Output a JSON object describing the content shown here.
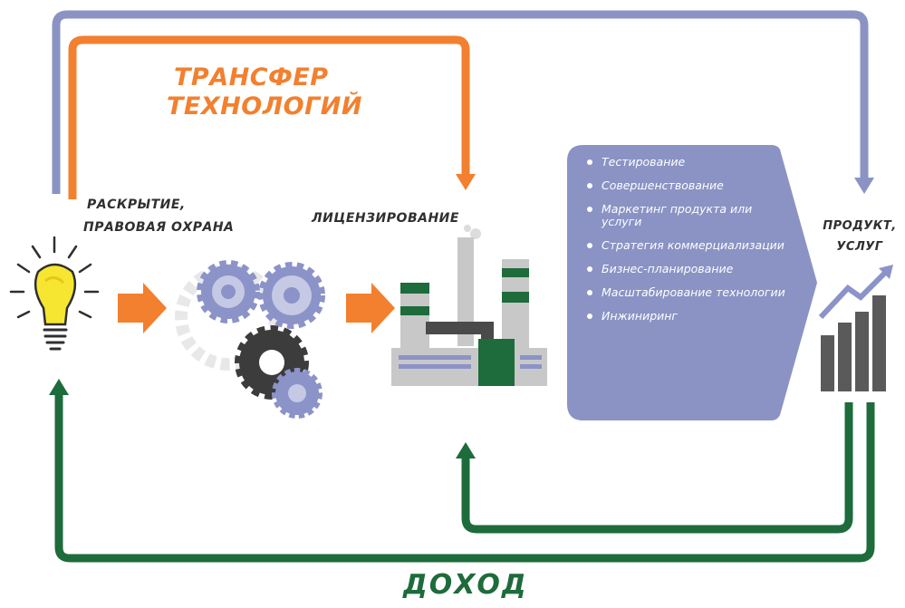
{
  "title_lines": [
    "ТРАНСФЕР",
    "ТЕХНОЛОГИЙ"
  ],
  "disclosure_lines": [
    "РАСКРЫТИЕ,",
    "ПРАВОВАЯ ОХРАНА"
  ],
  "licensing": "ЛИЦЕНЗИРОВАНИЕ",
  "product_lines": [
    "ПРОДУКТ,",
    "УСЛУГ"
  ],
  "income": "ДОХОД",
  "steps": [
    "Тестирование",
    "Совершенствование",
    "Маркетинг продукта или услуги",
    "Стратегия коммерциализации",
    "Бизнес-планирование",
    "Масштабирование технологии",
    "Инжиниринг"
  ],
  "colors": {
    "orange": "#f2802f",
    "lavender": "#8a93c4",
    "green": "#1e6b3b",
    "gear": "#8b93c8",
    "dark": "#3c3c3c"
  },
  "icons": [
    "lightbulb-icon",
    "gears-icon",
    "factory-icon",
    "growth-chart-icon"
  ]
}
